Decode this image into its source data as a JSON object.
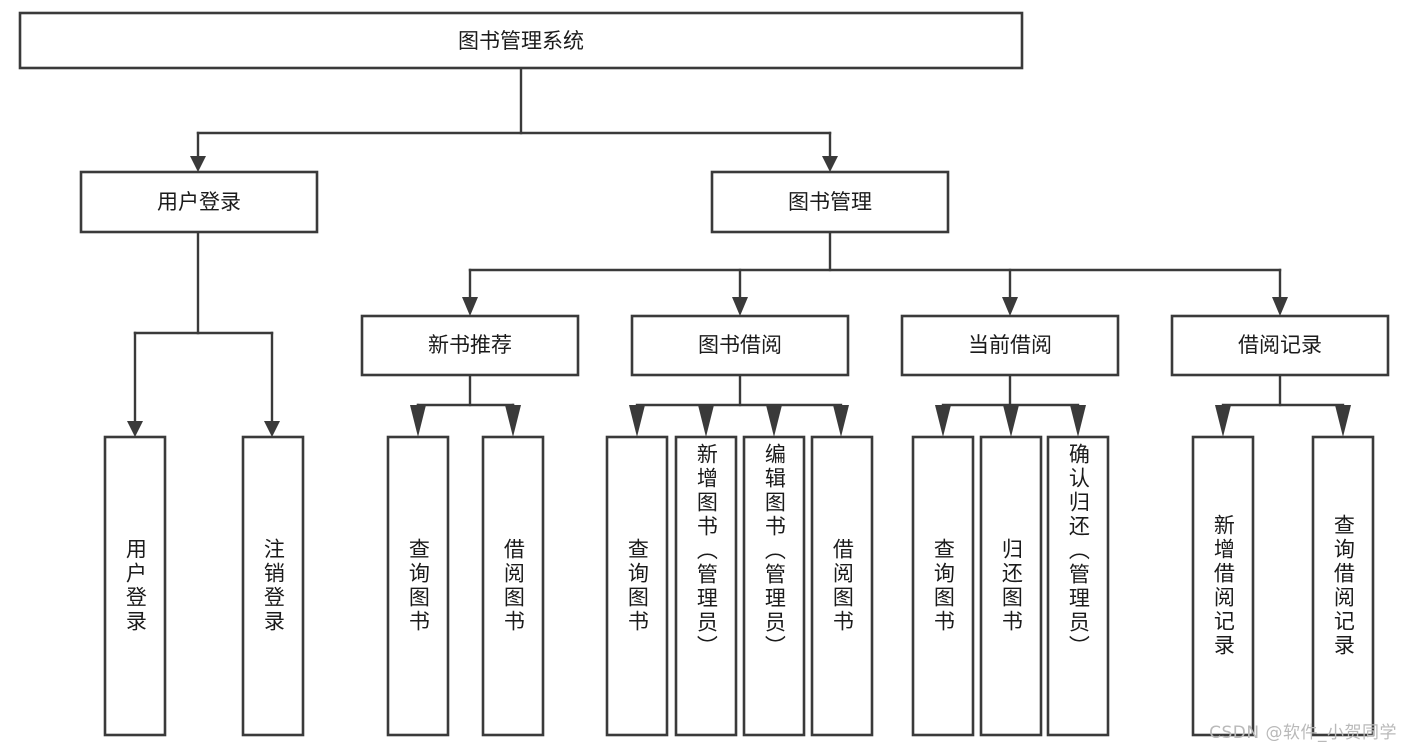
{
  "diagram": {
    "title": "图书管理系统",
    "type": "tree-hierarchy",
    "root": {
      "id": "root",
      "label": "图书管理系统"
    },
    "level2": [
      {
        "id": "user-login",
        "label": "用户登录"
      },
      {
        "id": "book-manage",
        "label": "图书管理"
      }
    ],
    "level3": [
      {
        "id": "new-book-recommend",
        "label": "新书推荐",
        "parent": "book-manage"
      },
      {
        "id": "book-borrow",
        "label": "图书借阅",
        "parent": "book-manage"
      },
      {
        "id": "current-borrow",
        "label": "当前借阅",
        "parent": "book-manage"
      },
      {
        "id": "borrow-record",
        "label": "借阅记录",
        "parent": "book-manage"
      }
    ],
    "leaves": [
      {
        "id": "leaf-user-login",
        "label": "用户登录",
        "parent": "user-login"
      },
      {
        "id": "leaf-logout",
        "label": "注销登录",
        "parent": "user-login"
      },
      {
        "id": "leaf-query-book-1",
        "label": "查询图书",
        "parent": "new-book-recommend"
      },
      {
        "id": "leaf-borrow-book-1",
        "label": "借阅图书",
        "parent": "new-book-recommend"
      },
      {
        "id": "leaf-query-book-2",
        "label": "查询图书",
        "parent": "book-borrow"
      },
      {
        "id": "leaf-add-book",
        "label": "新增图书（管理员）",
        "parent": "book-borrow"
      },
      {
        "id": "leaf-edit-book",
        "label": "编辑图书（管理员）",
        "parent": "book-borrow"
      },
      {
        "id": "leaf-borrow-book-2",
        "label": "借阅图书",
        "parent": "book-borrow"
      },
      {
        "id": "leaf-query-book-3",
        "label": "查询图书",
        "parent": "current-borrow"
      },
      {
        "id": "leaf-return-book",
        "label": "归还图书",
        "parent": "current-borrow"
      },
      {
        "id": "leaf-confirm-return",
        "label": "确认归还（管理员）",
        "parent": "current-borrow"
      },
      {
        "id": "leaf-add-record",
        "label": "新增借阅记录",
        "parent": "borrow-record"
      },
      {
        "id": "leaf-query-record",
        "label": "查询借阅记录",
        "parent": "borrow-record"
      }
    ],
    "colors": {
      "stroke": "#3a3a3a",
      "fill": "#ffffff",
      "text": "#1b1b1b",
      "watermark": "#b9b9b9"
    }
  },
  "watermark": {
    "text": "CSDN @软件_小贺同学"
  }
}
